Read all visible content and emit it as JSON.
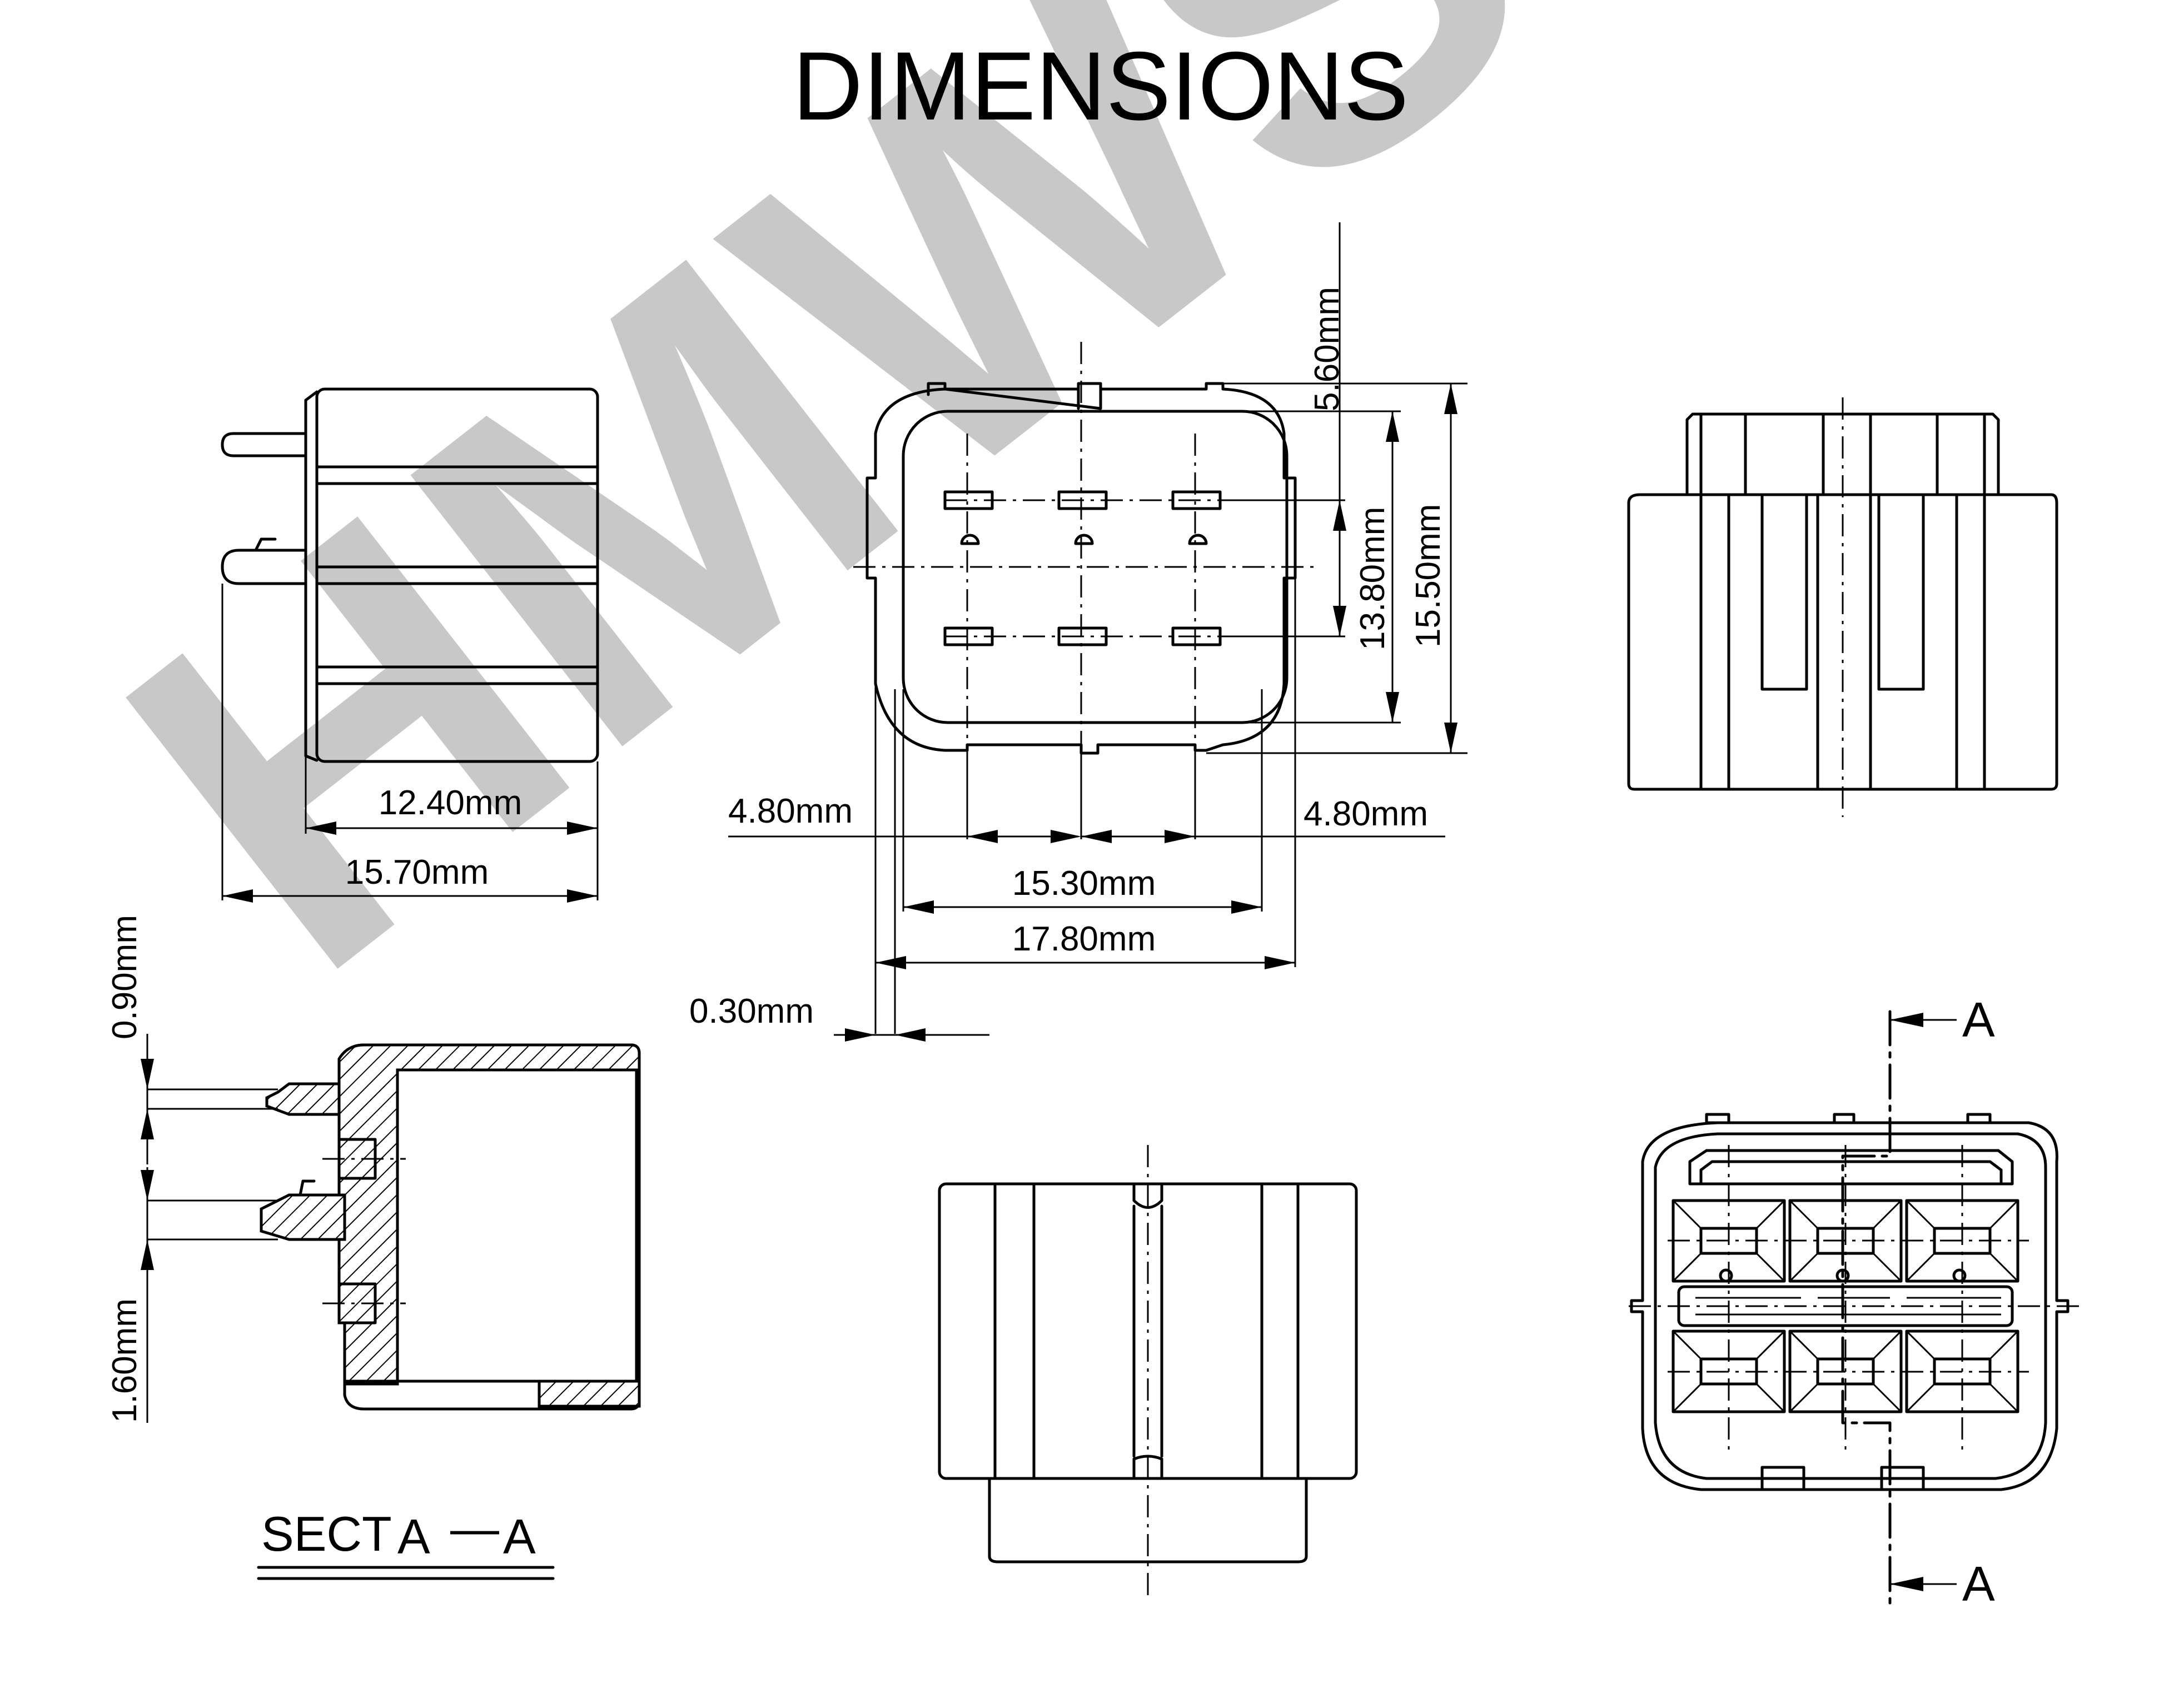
{
  "title": "DIMENSIONS",
  "watermark": "HMWS",
  "dimensions": {
    "side_depth_inner": "12.40mm",
    "side_depth_outer": "15.70mm",
    "pin_pitch_left": "4.80mm",
    "pin_pitch_right": "4.80mm",
    "inner_width": "15.30mm",
    "outer_width": "17.80mm",
    "wall_thickness": "0.30mm",
    "row_pitch": "5.60mm",
    "inner_height": "13.80mm",
    "outer_height": "15.50mm",
    "section_upper": "0.90mm",
    "section_lower": "1.60mm"
  },
  "section_label": {
    "prefix": "SECT",
    "from": "A",
    "dash": "—",
    "to": "A"
  },
  "section_markers": {
    "top": "A",
    "bottom": "A"
  },
  "colors": {
    "line": "#000000",
    "watermark": "#c8c8c8",
    "background": "#ffffff"
  }
}
